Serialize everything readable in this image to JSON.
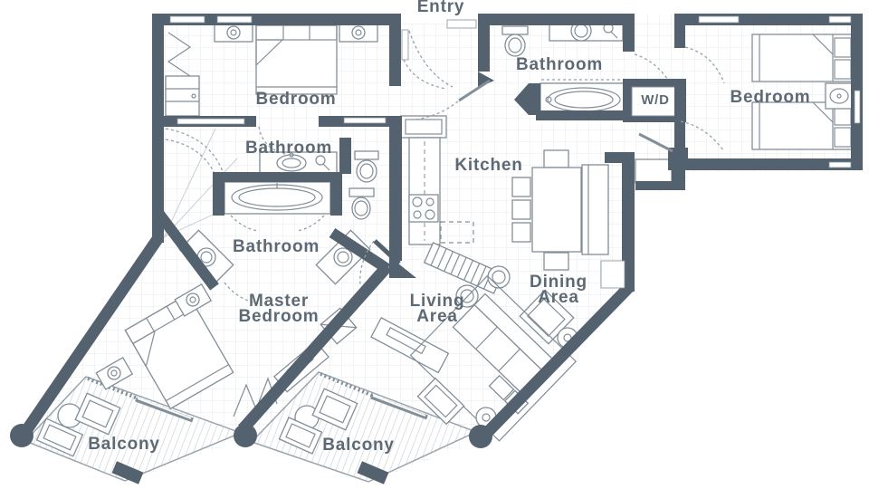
{
  "plan_title": "Two-bedroom plus master suite floor plan",
  "colors": {
    "wall": "#54616E",
    "furniture_outline": "#828E98",
    "grid": "#E4E8EB",
    "deck_plank": "#CCD3D8",
    "label_text": "#5D6A75",
    "door_swing_dash": "#95A0A8",
    "background": "#FFFFFF"
  },
  "labels": {
    "entry": "Entry",
    "bathroom_top": "Bathroom",
    "bedroom_right": "Bedroom",
    "bedroom_left": "Bedroom",
    "bathroom_upper": "Bathroom",
    "bathroom_lower": "Bathroom",
    "kitchen": "Kitchen",
    "wd": "W/D",
    "dining": {
      "line1": "Dining",
      "line2": "Area"
    },
    "living": {
      "line1": "Living",
      "line2": "Area"
    },
    "master": {
      "line1": "Master",
      "line2": "Bedroom"
    },
    "balcony_left": "Balcony",
    "balcony_right": "Balcony"
  }
}
